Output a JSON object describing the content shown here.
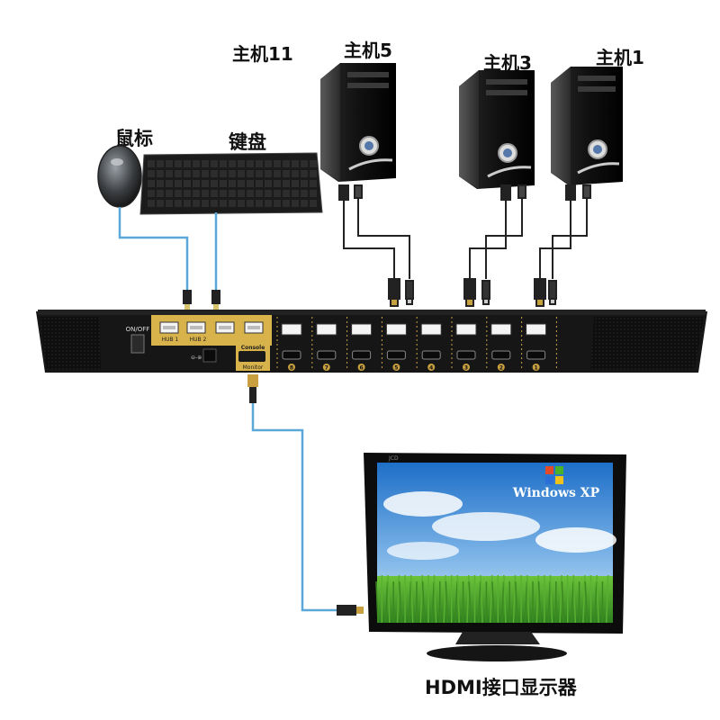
{
  "labels": {
    "host11": "主机11",
    "host5": "主机5",
    "host3": "主机3",
    "host1": "主机1",
    "mouse": "鼠标",
    "keyboard": "键盘",
    "monitor": "HDMI接口显示器"
  },
  "kvm": {
    "power_label": "ON/OFF",
    "hub1_label": "HUB 1",
    "hub2_label": "HUB 2",
    "console_label": "Console",
    "monitor_port_label": "Monitor",
    "port_numbers": [
      "8",
      "7",
      "6",
      "5",
      "4",
      "3",
      "2",
      "1"
    ]
  },
  "screen": {
    "os_text": "Windows XP",
    "brand": "JCD"
  },
  "colors": {
    "cable_blue": "#5aa8d8",
    "cable_black": "#222222",
    "kvm_body": "#141414",
    "console_gold": "#d8b24a",
    "port_divider": "#c8a040",
    "sky_top": "#2a7fd0",
    "grass": "#3f9a2a"
  }
}
